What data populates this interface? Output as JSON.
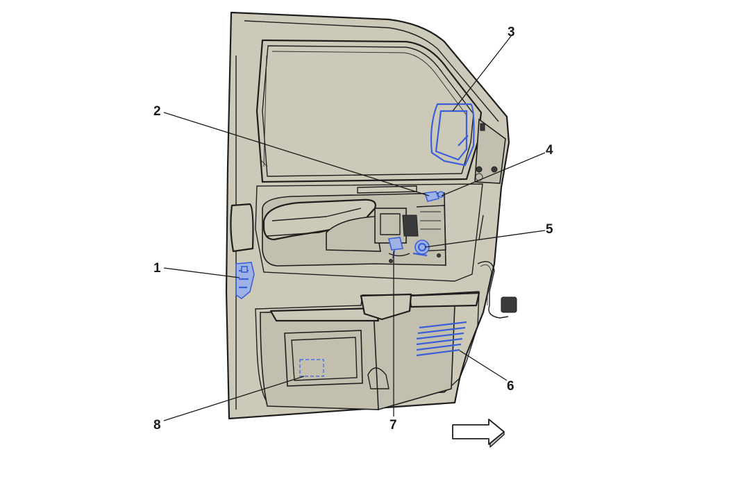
{
  "callouts": [
    {
      "id": "1",
      "label": "1"
    },
    {
      "id": "2",
      "label": "2"
    },
    {
      "id": "3",
      "label": "3"
    },
    {
      "id": "4",
      "label": "4"
    },
    {
      "id": "5",
      "label": "5"
    },
    {
      "id": "6",
      "label": "6"
    },
    {
      "id": "7",
      "label": "7"
    },
    {
      "id": "8",
      "label": "8"
    }
  ],
  "colors": {
    "panel": "#ccc9b8",
    "highlight": "#3a5fd8",
    "outline": "#1e1e1e"
  },
  "icons": {
    "direction": "direction-arrow-icon"
  }
}
